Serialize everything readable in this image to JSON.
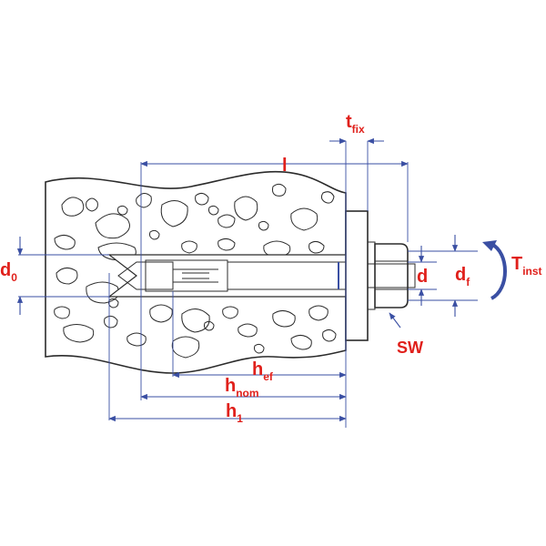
{
  "labels": {
    "l": "l",
    "t_fix": {
      "main": "t",
      "sub": "fix"
    },
    "d0": {
      "main": "d",
      "sub": "0"
    },
    "d": "d",
    "df": {
      "main": "d",
      "sub": "f"
    },
    "t_inst": {
      "main": "T",
      "sub": "inst"
    },
    "sw": "SW",
    "h_ef": {
      "main": "h",
      "sub": "ef"
    },
    "h_nom": {
      "main": "h",
      "sub": "nom"
    },
    "h1": {
      "main": "h",
      "sub": "1"
    }
  },
  "colors": {
    "label": "#e0201b",
    "dimension": "#3a4fa3",
    "outline": "#2b2b2b",
    "concrete_fill": "#ffffff",
    "bolt_fill": "#ffffff"
  },
  "icons": {
    "torque": "curved-arrow-icon"
  }
}
